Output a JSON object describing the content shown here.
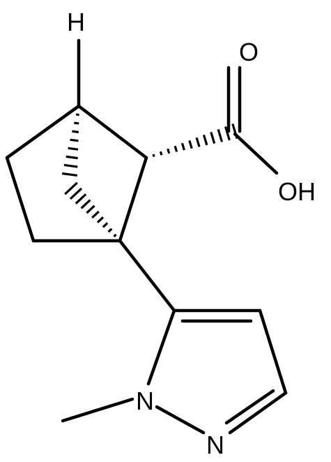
{
  "structure": {
    "atoms": {
      "h_label": "H",
      "o_carbonyl_label": "O",
      "oh_label": "OH",
      "n1_label": "N",
      "n2_label": "N"
    },
    "colors": {
      "bond": "#000000",
      "text": "#000000",
      "background": "#ffffff"
    }
  }
}
